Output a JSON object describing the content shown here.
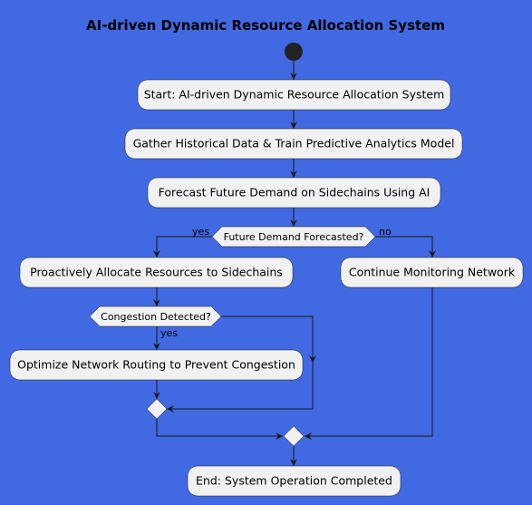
{
  "title": "AI-driven Dynamic Resource Allocation System",
  "colors": {
    "background": "#4169e1",
    "node_fill": "#f1f1f1",
    "line": "#181818",
    "start_dot": "#222222"
  },
  "nodes": {
    "start_activity": "Start: AI-driven Dynamic Resource Allocation System",
    "gather_data": "Gather Historical Data & Train Predictive Analytics Model",
    "forecast_demand": "Forecast Future Demand on Sidechains Using AI",
    "decision_forecast": "Future Demand Forecasted?",
    "allocate_resources": "Proactively Allocate Resources to Sidechains",
    "continue_monitoring": "Continue Monitoring Network",
    "decision_congestion": "Congestion Detected?",
    "optimize_routing": "Optimize Network Routing to Prevent Congestion",
    "end_activity": "End: System Operation Completed"
  },
  "labels": {
    "forecast_yes": "yes",
    "forecast_no": "no",
    "congestion_yes": "yes"
  }
}
